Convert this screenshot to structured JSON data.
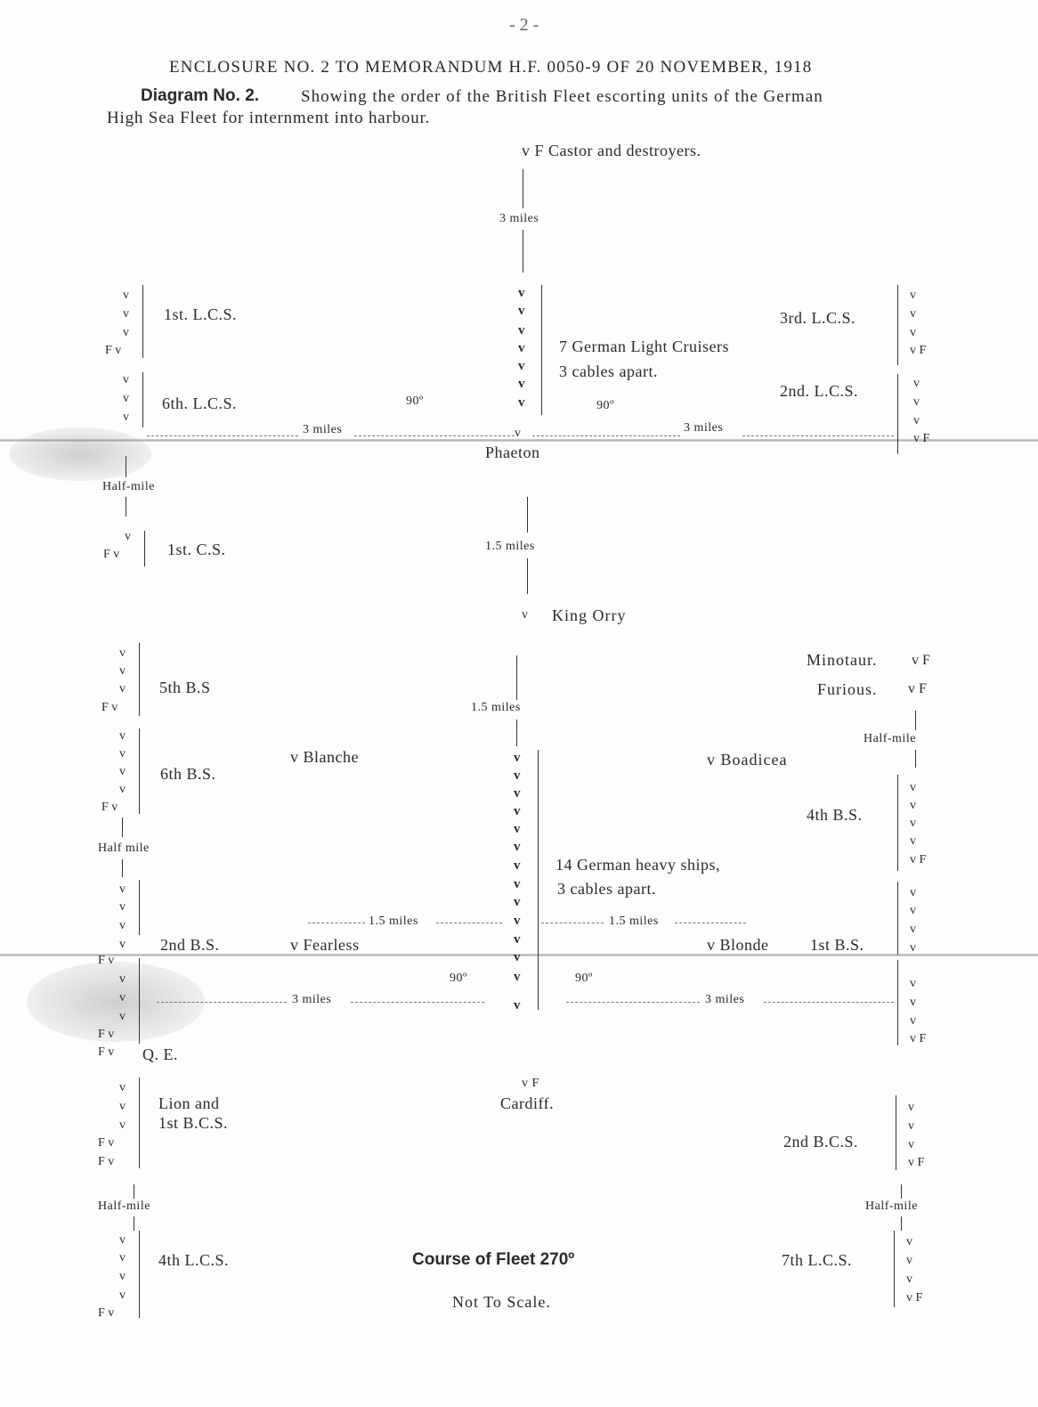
{
  "page_mark": "- 2 -",
  "header": {
    "enclosure": "ENCLOSURE NO. 2 TO MEMORANDUM H.F. 0050-9 OF 20 NOVEMBER, 1918",
    "diagram_label": "Diagram No. 2.",
    "description_1": "Showing the order of the British Fleet escorting units of the German",
    "description_2": "High Sea Fleet for internment into harbour."
  },
  "top": {
    "castor": "v F Castor and destroyers.",
    "distance_1": "3 miles"
  },
  "cruisers": {
    "left_1": "1st. L.C.S.",
    "left_2": "6th. L.C.S.",
    "right_1": "3rd. L.C.S.",
    "right_2": "2nd. L.C.S.",
    "german_1": "7 German Light Cruisers",
    "german_2": "3 cables apart.",
    "bearing_left": "90º",
    "bearing_right": "90º",
    "miles_left": "3 miles",
    "miles_right": "3 miles",
    "phaeton": "Phaeton"
  },
  "middle": {
    "half_mile": "Half-mile",
    "cs1": "1st. C.S.",
    "distance_2": "1.5 miles",
    "king_orry": "King Orry",
    "minotaur": "Minotaur.",
    "furious": "Furious.",
    "distance_3": "1.5 miles",
    "half_mile_right": "Half-mile"
  },
  "battle": {
    "bs5": "5th B.S",
    "bs6": "6th B.S.",
    "blanche": "v Blanche",
    "boadicea": "v Boadicea",
    "bs4": "4th B.S.",
    "half_mile_left": "Half mile",
    "german_1": "14 German heavy ships,",
    "german_2": "3 cables apart.",
    "miles_15_left": "1.5 miles",
    "miles_15_right": "1.5 miles",
    "bs2": "2nd B.S.",
    "fearless": "v Fearless",
    "blonde": "v Blonde",
    "bs1": "1st B.S.",
    "bearing_left": "90º",
    "bearing_right": "90º",
    "miles_3_left": "3 miles",
    "miles_3_right": "3 miles",
    "qe": "Q. E."
  },
  "rear": {
    "cardiff_vf": "v F",
    "cardiff": "Cardiff.",
    "lion_1": "Lion and",
    "lion_2": "1st B.C.S.",
    "bcs2": "2nd B.C.S.",
    "half_mile_left": "Half-mile",
    "half_mile_right": "Half-mile",
    "lcs4": "4th L.C.S.",
    "lcs7": "7th L.C.S.",
    "course": "Course of Fleet 270º",
    "scale": "Not To Scale."
  },
  "ship_marks": {
    "ship": "v",
    "flag": "F",
    "flag_ship": "F v",
    "ship_flag": "v F"
  }
}
